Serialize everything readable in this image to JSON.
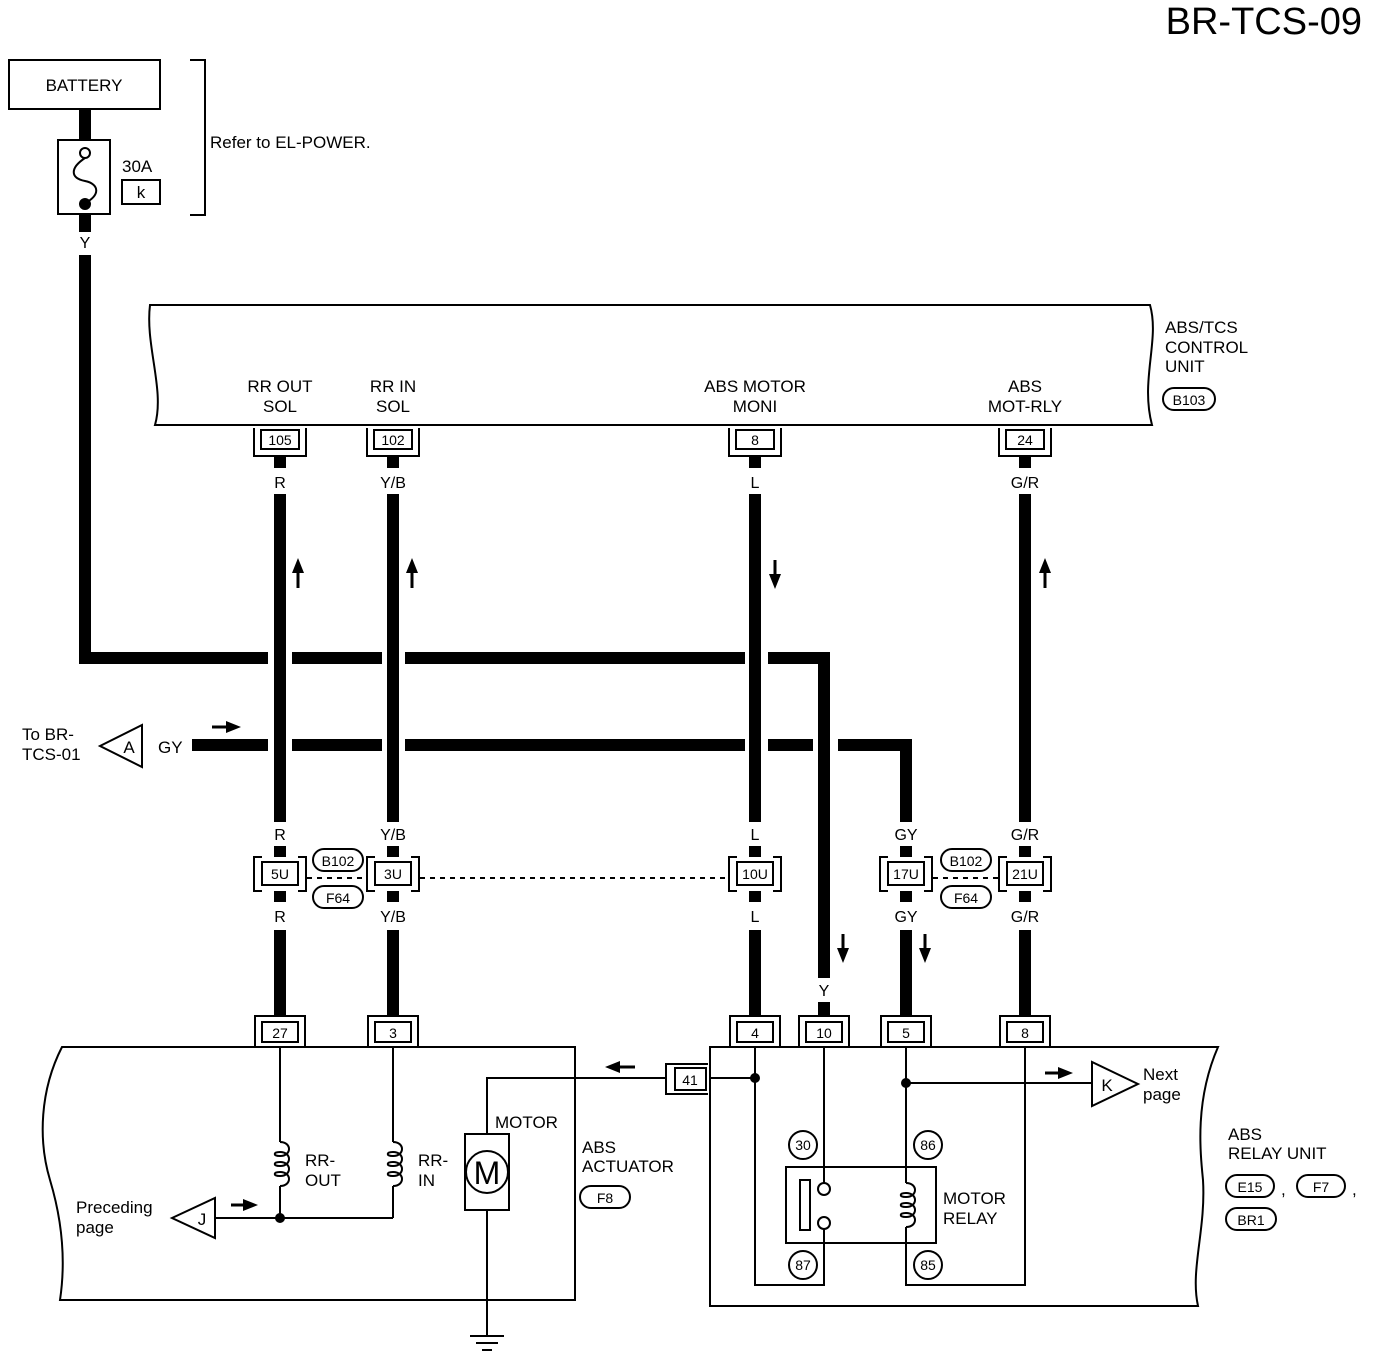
{
  "page_id": "BR-TCS-09",
  "battery": {
    "label": "BATTERY"
  },
  "fuse": {
    "rating": "30A",
    "code": "k"
  },
  "power_note": "Refer to EL-POWER.",
  "battery_wire": "Y",
  "control_unit": {
    "name": [
      "ABS/TCS",
      "CONTROL",
      "UNIT"
    ],
    "connector": "B103",
    "terminals": [
      {
        "label": [
          "RR OUT",
          "SOL"
        ],
        "pin": "105",
        "wire": "R"
      },
      {
        "label": [
          "RR IN",
          "SOL"
        ],
        "pin": "102",
        "wire": "Y/B"
      },
      {
        "label": [
          "ABS MOTOR",
          "MONI"
        ],
        "pin": "8",
        "wire": "L"
      },
      {
        "label": [
          "ABS",
          "MOT-RLY"
        ],
        "pin": "24",
        "wire": "G/R"
      }
    ]
  },
  "offpage_a": {
    "label": [
      "To BR-",
      "TCS-01"
    ],
    "letter": "A",
    "wire": "GY"
  },
  "junction": {
    "left_ids": [
      "B102",
      "F64"
    ],
    "right_ids": [
      "B102",
      "F64"
    ],
    "pins": [
      {
        "pin": "5U",
        "wire_top": "R",
        "wire_bottom": "R"
      },
      {
        "pin": "3U",
        "wire_top": "Y/B",
        "wire_bottom": "Y/B"
      },
      {
        "pin": "10U",
        "wire_top": "L",
        "wire_bottom": "L"
      },
      {
        "pin": "17U",
        "wire_top": "GY",
        "wire_bottom": "GY"
      },
      {
        "pin": "21U",
        "wire_top": "G/R",
        "wire_bottom": "G/R"
      }
    ]
  },
  "relay_feed_wire": "Y",
  "actuator": {
    "name": [
      "ABS",
      "ACTUATOR"
    ],
    "connector": "F8",
    "pins": [
      "27",
      "3",
      "41"
    ],
    "motor_label": "MOTOR",
    "motor_symbol": "M",
    "coils": [
      {
        "label": [
          "RR-",
          "OUT"
        ]
      },
      {
        "label": [
          "RR-",
          "IN"
        ]
      }
    ]
  },
  "offpage_j": {
    "label": [
      "Preceding",
      "page"
    ],
    "letter": "J"
  },
  "relay_unit": {
    "name": [
      "ABS",
      "RELAY UNIT"
    ],
    "connectors": [
      "E15",
      "F7",
      "BR1"
    ],
    "separator": ",",
    "pins": [
      "4",
      "10",
      "5",
      "8"
    ],
    "terminals": [
      "30",
      "86",
      "87",
      "85"
    ],
    "relay_label": [
      "MOTOR",
      "RELAY"
    ]
  },
  "offpage_k": {
    "label": [
      "Next",
      "page"
    ],
    "letter": "K"
  }
}
